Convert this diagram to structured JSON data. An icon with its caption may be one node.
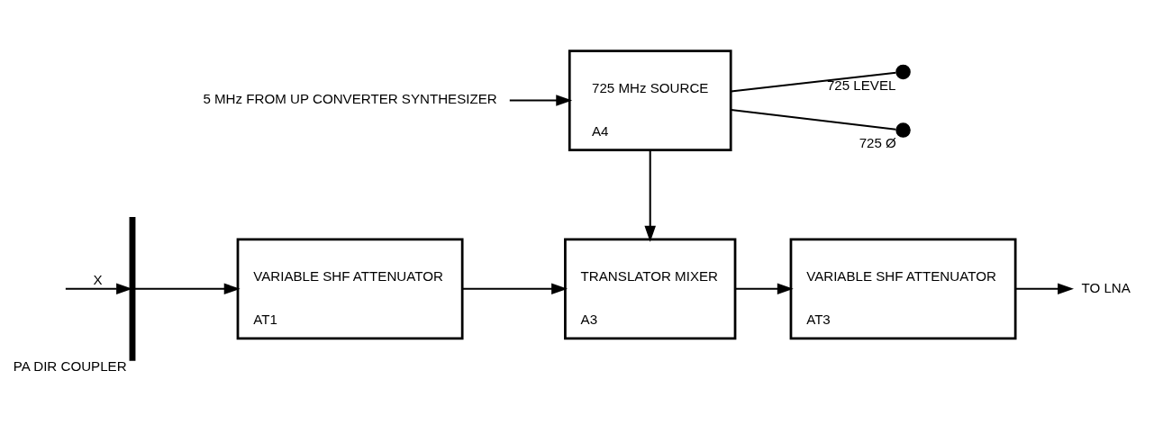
{
  "diagram": {
    "nodes": [
      {
        "text": [],
        "shape": "bar",
        "beside": [
          "PA DIR COUPLER"
        ]
      },
      {
        "text": [
          "VARIABLE SHF ATTENUATOR",
          "AT1"
        ]
      },
      {
        "text": [
          "TRANSLATOR MIXER",
          "A3"
        ]
      },
      {
        "text": [
          "VARIABLE SHF ATTENUATOR",
          "AT3"
        ]
      },
      {
        "text": [
          "TO LNA"
        ]
      },
      {
        "text": [
          "725 MHz SOURCE",
          "A4"
        ]
      },
      {
        "text": [
          "5 MHz FROM UP CONVERTER SYNTHESIZER"
        ]
      },
      {
        "text": [],
        "shape": "circle",
        "beside": [
          "725 LEVEL"
        ]
      },
      {
        "text": [],
        "shape": "circle",
        "beside": [
          "725 Ø"
        ]
      }
    ],
    "edges": [
      {
        "from": null,
        "to": 0,
        "arrow": "to",
        "label": "X"
      },
      {
        "from": 0,
        "to": 1,
        "arrow": "to"
      },
      {
        "from": 1,
        "to": 2,
        "arrow": "to"
      },
      {
        "from": 2,
        "to": 3,
        "arrow": "to"
      },
      {
        "from": 3,
        "to": 4,
        "arrow": "to"
      },
      {
        "from": 5,
        "to": 2,
        "arrow": "to"
      },
      {
        "from": 5,
        "to": 7,
        "arrow": "none"
      },
      {
        "from": 6,
        "to": 5,
        "arrow": "to"
      },
      {
        "from": 5,
        "to": 8,
        "arrow": "none"
      }
    ]
  }
}
